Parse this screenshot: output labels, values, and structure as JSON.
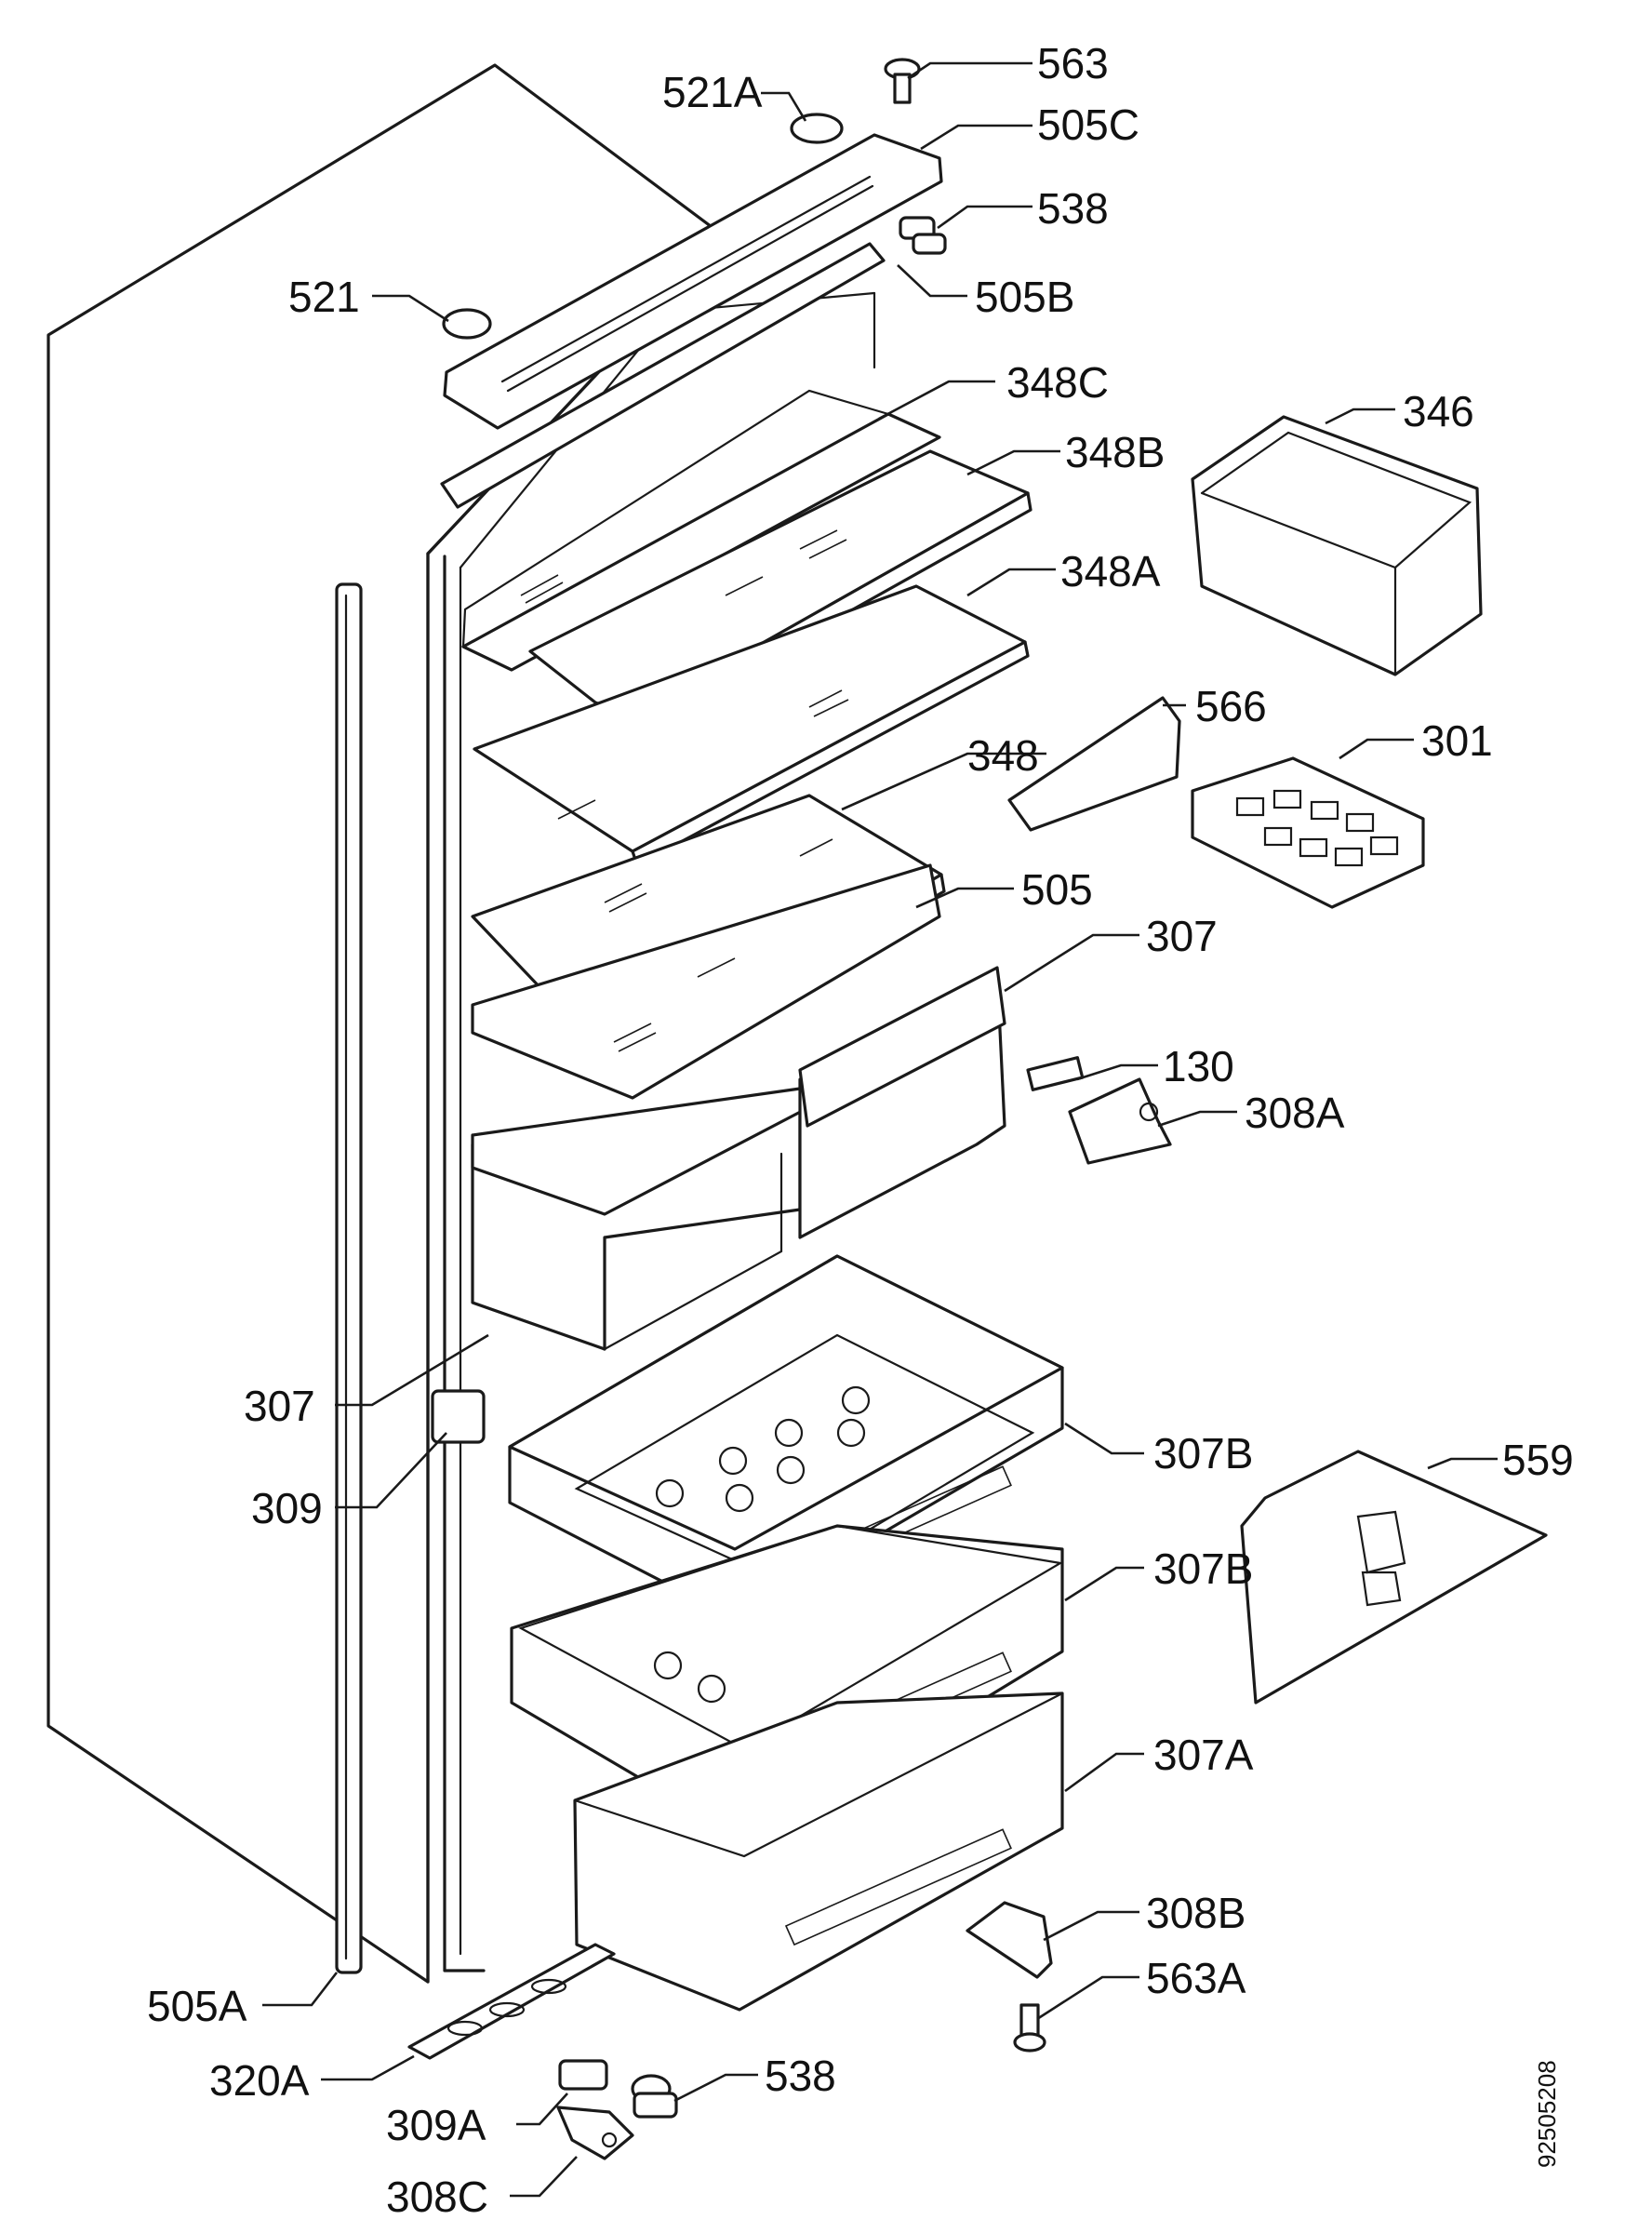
{
  "callouts": [
    {
      "id": "563",
      "text": "563"
    },
    {
      "id": "521A",
      "text": "521A"
    },
    {
      "id": "505C",
      "text": "505C"
    },
    {
      "id": "538-top",
      "text": "538"
    },
    {
      "id": "521",
      "text": "521"
    },
    {
      "id": "505B",
      "text": "505B"
    },
    {
      "id": "348C",
      "text": "348C"
    },
    {
      "id": "346",
      "text": "346"
    },
    {
      "id": "348B",
      "text": "348B"
    },
    {
      "id": "348A",
      "text": "348A"
    },
    {
      "id": "566",
      "text": "566"
    },
    {
      "id": "301",
      "text": "301"
    },
    {
      "id": "348",
      "text": "348"
    },
    {
      "id": "505",
      "text": "505"
    },
    {
      "id": "307-top",
      "text": "307"
    },
    {
      "id": "130",
      "text": "130"
    },
    {
      "id": "308A",
      "text": "308A"
    },
    {
      "id": "307-left",
      "text": "307"
    },
    {
      "id": "309",
      "text": "309"
    },
    {
      "id": "307B-1",
      "text": "307B"
    },
    {
      "id": "559",
      "text": "559"
    },
    {
      "id": "307B-2",
      "text": "307B"
    },
    {
      "id": "307A",
      "text": "307A"
    },
    {
      "id": "308B",
      "text": "308B"
    },
    {
      "id": "563A",
      "text": "563A"
    },
    {
      "id": "505A",
      "text": "505A"
    },
    {
      "id": "320A",
      "text": "320A"
    },
    {
      "id": "538-bottom",
      "text": "538"
    },
    {
      "id": "309A",
      "text": "309A"
    },
    {
      "id": "308C",
      "text": "308C"
    }
  ],
  "drawing_number": "92505208"
}
